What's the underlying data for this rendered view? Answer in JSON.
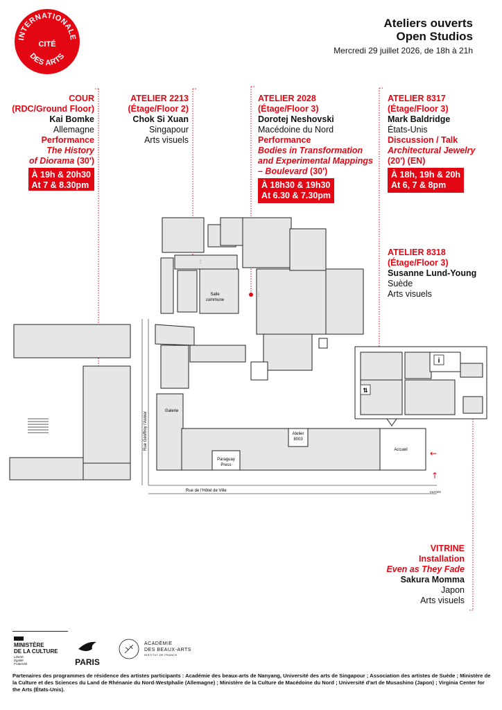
{
  "logo": {
    "text_top": "INTERNATIONALE",
    "text_middle": "CITÉ",
    "text_bottom": "DES ARTS"
  },
  "header": {
    "title_line1": "Ateliers ouverts",
    "title_line2": "Open Studios",
    "date": "Mercredi 29 juillet 2026, de 18h à 21h"
  },
  "cour": {
    "name_line1": "COUR",
    "name_line2": "(RDC/Ground Floor)",
    "artist": "Kai Bomke",
    "country": "Allemagne",
    "type": "Performance",
    "work_line1": "The History",
    "work_line2": "of Diorama",
    "duration": "(30')",
    "time_fr": "À 19h & 20h30",
    "time_en": "At 7 & 8.30pm"
  },
  "atelier2213": {
    "name_line1": "ATELIER 2213",
    "name_line2": "(Étage/Floor 2)",
    "artist": "Chok Si Xuan",
    "country": "Singapour",
    "discipline": "Arts visuels"
  },
  "atelier2028": {
    "name_line1": "ATELIER 2028",
    "name_line2": "(Étage/Floor 3)",
    "artist": "Dorotej Neshovski",
    "country": "Macédoine du Nord",
    "type": "Performance",
    "work_line1": "Bodies in Transformation",
    "work_line2": "and Experimental Mappings",
    "work_line3": "– Boulevard",
    "duration": "(30')",
    "time_fr": "À 18h30 & 19h30",
    "time_en": "At 6.30 & 7.30pm"
  },
  "atelier8317": {
    "name_line1": "ATELIER 8317",
    "name_line2": "(Étage/Floor 3)",
    "artist": "Mark Baldridge",
    "country": "États-Unis",
    "type": "Discussion / Talk",
    "work": "Architectural Jewelry",
    "duration": "(20') (EN)",
    "time_fr": "À 18h, 19h & 20h",
    "time_en": "At 6, 7 & 8pm"
  },
  "atelier8318": {
    "name_line1": "ATELIER 8318",
    "name_line2": "(Étage/Floor 3)",
    "artist": "Susanne Lund-Young",
    "country": "Suède",
    "discipline": "Arts visuels"
  },
  "vitrine": {
    "name": "VITRINE",
    "type": "Installation",
    "work": "Even as They Fade",
    "artist": "Sakura Momma",
    "country": "Japon",
    "discipline": "Arts visuels"
  },
  "map": {
    "salle_commune_1": "Salle",
    "salle_commune_2": "commune",
    "galerie": "Galerie",
    "atelier8003_1": "Atelier",
    "atelier8003_2": "8003",
    "paraguay_1": "Paraguay",
    "paraguay_2": "Press",
    "accueil": "Accueil",
    "entree": "ENTRÉE",
    "rue_geoffroy": "Rue Geoffroy l'Asnier",
    "rue_hotel": "Rue de l'Hôtel de Ville"
  },
  "footer": {
    "ministere_1": "MINISTÈRE",
    "ministere_2": "DE LA CULTURE",
    "devise_1": "Liberté",
    "devise_2": "Égalité",
    "devise_3": "Fraternité",
    "paris": "PARIS",
    "academie_1": "ACADÉMIE",
    "academie_2": "DES BEAUX-ARTS",
    "academie_3": "INSTITUT DE FRANCE",
    "partners": "Partenaires des programmes de résidence des artistes participants : Académie des beaux-arts de Nanyang, Université des arts de Singapour ; Association des artistes de Suède ; Ministère de la Culture et des Sciences du Land de Rhénanie du Nord-Westphalie (Allemagne) ; Ministère de la Culture de Macédoine du Nord ; Université d'art de Musashino (Japon) ; Virginia Center for the Arts (États-Unis)."
  },
  "colors": {
    "accent": "#e30613"
  }
}
